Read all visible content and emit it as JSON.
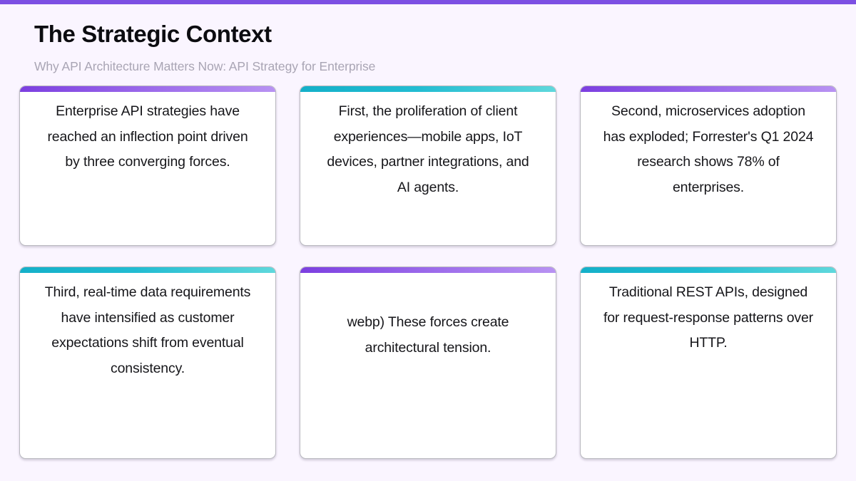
{
  "theme": {
    "background": "#faf5ff",
    "top_bar_color": "#7c4fe3",
    "accent_purple_from": "#7c3fe0",
    "accent_purple_to": "#b892f2",
    "accent_teal_from": "#14b0c9",
    "accent_teal_to": "#5fd8dc",
    "title_color": "#0c0c10",
    "subtitle_color": "#a9a5b4",
    "card_background": "#ffffff",
    "card_border": "#b9b9bf",
    "card_text_color": "#16161a"
  },
  "header": {
    "title": "The Strategic Context",
    "subtitle": "Why API Architecture Matters Now: API Strategy for Enterprise"
  },
  "cards": [
    {
      "id": "card-1",
      "accent": "purple",
      "text": "Enterprise API strategies have reached an inflection point driven by three converging forces."
    },
    {
      "id": "card-2",
      "accent": "teal",
      "text": "First, the proliferation of client experiences—mobile apps, IoT devices, partner integrations, and AI agents."
    },
    {
      "id": "card-3",
      "accent": "purple",
      "text": "Second, microservices adoption has exploded; Forrester's Q1 2024 research shows 78% of enterprises."
    },
    {
      "id": "card-4",
      "accent": "teal",
      "text": "Third, real-time data requirements have intensified as customer expectations shift from eventual consistency."
    },
    {
      "id": "card-5",
      "accent": "purple",
      "text": "webp) These forces create architectural tension."
    },
    {
      "id": "card-6",
      "accent": "teal",
      "text": "Traditional REST APIs, designed for request-response patterns over HTTP."
    }
  ]
}
